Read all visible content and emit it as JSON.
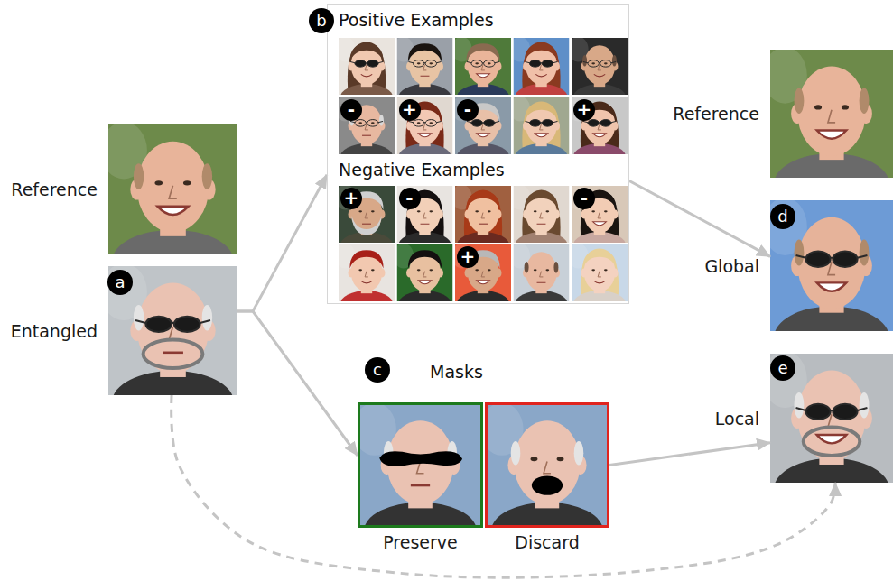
{
  "diagram": {
    "nodes": [
      {
        "text": [
          "Reference"
        ]
      },
      {
        "text": [
          "a",
          "Entangled"
        ]
      },
      {
        "text": [
          "b",
          "Positive Examples",
          "Negative Examples"
        ]
      },
      {
        "text": [
          "c",
          "Masks"
        ]
      },
      {
        "text": [
          "Preserve"
        ],
        "in": 3
      },
      {
        "text": [
          "Discard"
        ],
        "in": 3
      },
      {
        "text": [
          "Reference"
        ]
      },
      {
        "text": [
          "d",
          "Global"
        ]
      },
      {
        "text": [
          "e",
          "Local"
        ]
      }
    ],
    "edges": [
      {
        "from": 1,
        "to": 2,
        "arrow": "to"
      },
      {
        "from": 1,
        "to": 3,
        "arrow": "to"
      },
      {
        "from": 2,
        "to": 7,
        "arrow": "to"
      },
      {
        "from": 5,
        "to": 8,
        "arrow": "to"
      },
      {
        "from": 1,
        "to": 8,
        "arrow": "to"
      }
    ],
    "labels": [
      "-",
      "+",
      "-",
      "+",
      "+",
      "-",
      "-",
      "+"
    ]
  }
}
